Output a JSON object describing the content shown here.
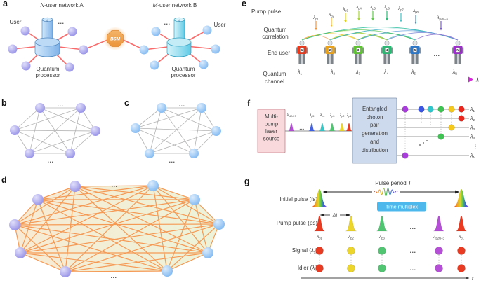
{
  "panel_labels": {
    "a": "a",
    "b": "b",
    "c": "c",
    "d": "d",
    "e": "e",
    "f": "f",
    "g": "g"
  },
  "a": {
    "network_a_title": {
      "it": "N",
      "rest": "-user network A"
    },
    "network_b_title": {
      "it": "M",
      "rest": "-user network B"
    },
    "user_label": "User",
    "quantum_processor_line1": "Quantum",
    "quantum_processor_line2": "processor",
    "bsm_label": "BSM",
    "psi_symbol": "ψ",
    "ellipsis": "...",
    "colors": {
      "network_a_node": "#8b86e4",
      "network_b_node": "#74b2f0",
      "fiber_link": "#f96b6b",
      "bsm": "#ef9439"
    }
  },
  "b": {
    "ellipsis": "...",
    "node_color": "#8b86e4",
    "edge_color": "#b3b3b3"
  },
  "c": {
    "ellipsis": "...",
    "node_color": "#74b2f0",
    "edge_color": "#b3b3b3"
  },
  "d": {
    "ellipsis": "...",
    "edge_color": "#f59a55",
    "fill_left": "#f7e8cf",
    "fill_right": "#eaf2d5"
  },
  "e": {
    "pump_pulse_label": "Pump pulse",
    "quantum_correlation_label": [
      "Quantum",
      "correlation"
    ],
    "end_user_label": "End user",
    "quantum_channel_label": [
      "Quantum",
      "channel"
    ],
    "wavelength_axis_label": "λ",
    "ellipsis": "...",
    "pump_wavelengths": [
      {
        "base": "λ",
        "sub": "p1",
        "color": "#f79433"
      },
      {
        "base": "λ",
        "sub": "p2",
        "color": "#f5b62e"
      },
      {
        "base": "λ",
        "sub": "p3",
        "color": "#ddd020"
      },
      {
        "base": "λ",
        "sub": "p4",
        "color": "#a8d435"
      },
      {
        "base": "λ",
        "sub": "p5",
        "color": "#5fc94a"
      },
      {
        "base": "λ",
        "sub": "p6",
        "color": "#2bbc77"
      },
      {
        "base": "λ",
        "sub": "p7",
        "color": "#3ec3c9"
      },
      {
        "base": "λ",
        "sub": "p8",
        "color": "#4389dd"
      },
      {
        "base": "λ",
        "sub": "p2N−3",
        "color": "#7b5bd0"
      }
    ],
    "arc_colors": [
      "#f59140",
      "#ecc52e",
      "#b9d23b",
      "#63c553",
      "#2fbf9e",
      "#ddd233",
      "#9ccc43",
      "#4ec273",
      "#43b4cc",
      "#7fc94c",
      "#3cbd8a",
      "#5d9dd8",
      "#3fc0b4",
      "#7b8ad6",
      "#9379d2"
    ],
    "end_users": [
      {
        "number": "1",
        "shirt_color": "#e8391d"
      },
      {
        "number": "2",
        "shirt_color": "#eaa21b"
      },
      {
        "number": "3",
        "shirt_color": "#5ec432"
      },
      {
        "number": "4",
        "shirt_color": "#2ab873"
      },
      {
        "number": "5",
        "shirt_color": "#2e78c9"
      },
      {
        "number": "N",
        "shirt_color": "#9c2fc9"
      }
    ],
    "channel_wavelengths": [
      {
        "base": "λ",
        "sub": "1"
      },
      {
        "base": "λ",
        "sub": "2"
      },
      {
        "base": "λ",
        "sub": "3"
      },
      {
        "base": "λ",
        "sub": "4"
      },
      {
        "base": "λ",
        "sub": "5"
      },
      {
        "base": "λ",
        "sub": "N"
      }
    ]
  },
  "f": {
    "source_box_lines": [
      "Multi-",
      "pump",
      "laser",
      "source"
    ],
    "generation_box_lines": [
      "Entangled",
      "photon",
      "pair",
      "generation",
      "and",
      "distribution"
    ],
    "ellipsis": "...",
    "vertical_ellipsis": "⋮",
    "pump_train": [
      {
        "base": "λ",
        "sub": "p2N−3",
        "color": "#b44fd6"
      },
      {
        "base": "λ",
        "sub": "p5",
        "color": "#4161e8"
      },
      {
        "base": "λ",
        "sub": "p4",
        "color": "#37c8c8"
      },
      {
        "base": "λ",
        "sub": "p3",
        "color": "#52c573"
      },
      {
        "base": "λ",
        "sub": "p2",
        "color": "#ecd52c"
      },
      {
        "base": "λ",
        "sub": "p1",
        "color": "#e93a22"
      }
    ],
    "output_channels": [
      {
        "base": "λ",
        "sub": "1"
      },
      {
        "base": "λ",
        "sub": "2"
      },
      {
        "base": "λ",
        "sub": "3"
      },
      {
        "base": "λ",
        "sub": "4"
      },
      {
        "base": "λ",
        "sub": "N"
      }
    ],
    "photon_colors": {
      "purple": "#a93ddb",
      "blue": "#3b55e6",
      "cyan": "#2fc6cc",
      "green": "#3fc353",
      "yellow": "#f5c81e",
      "red": "#e8281e"
    }
  },
  "g": {
    "pulse_period_label": {
      "pre": "Pulse period ",
      "it": "T"
    },
    "initial_pulse_label": "Initial pulse (fs)",
    "time_multiplex_label": "Time multiplex",
    "time_multiplex_color": "#4db8ec",
    "pump_pulse_label": "Pump pulse (ps)",
    "delta_t_label": "Δt",
    "signal_label": {
      "pre": "Signal (",
      "lam": "λ",
      "sub": "s",
      "post": ")"
    },
    "idler_label": {
      "pre": "Idler (",
      "lam": "λ",
      "sub": "i",
      "post": ")"
    },
    "time_axis_label": "t",
    "ellipsis": "...",
    "pump_sequence": [
      {
        "base": "λ",
        "sub": "p1",
        "color": "#e93a22"
      },
      {
        "base": "λ",
        "sub": "p2",
        "color": "#ecd52c"
      },
      {
        "base": "λ",
        "sub": "p3",
        "color": "#52c573"
      },
      {
        "base": "λ",
        "sub": "p2N−3",
        "color": "#b44fd6"
      },
      {
        "base": "λ",
        "sub": "p1",
        "color": "#e93a22"
      }
    ]
  }
}
